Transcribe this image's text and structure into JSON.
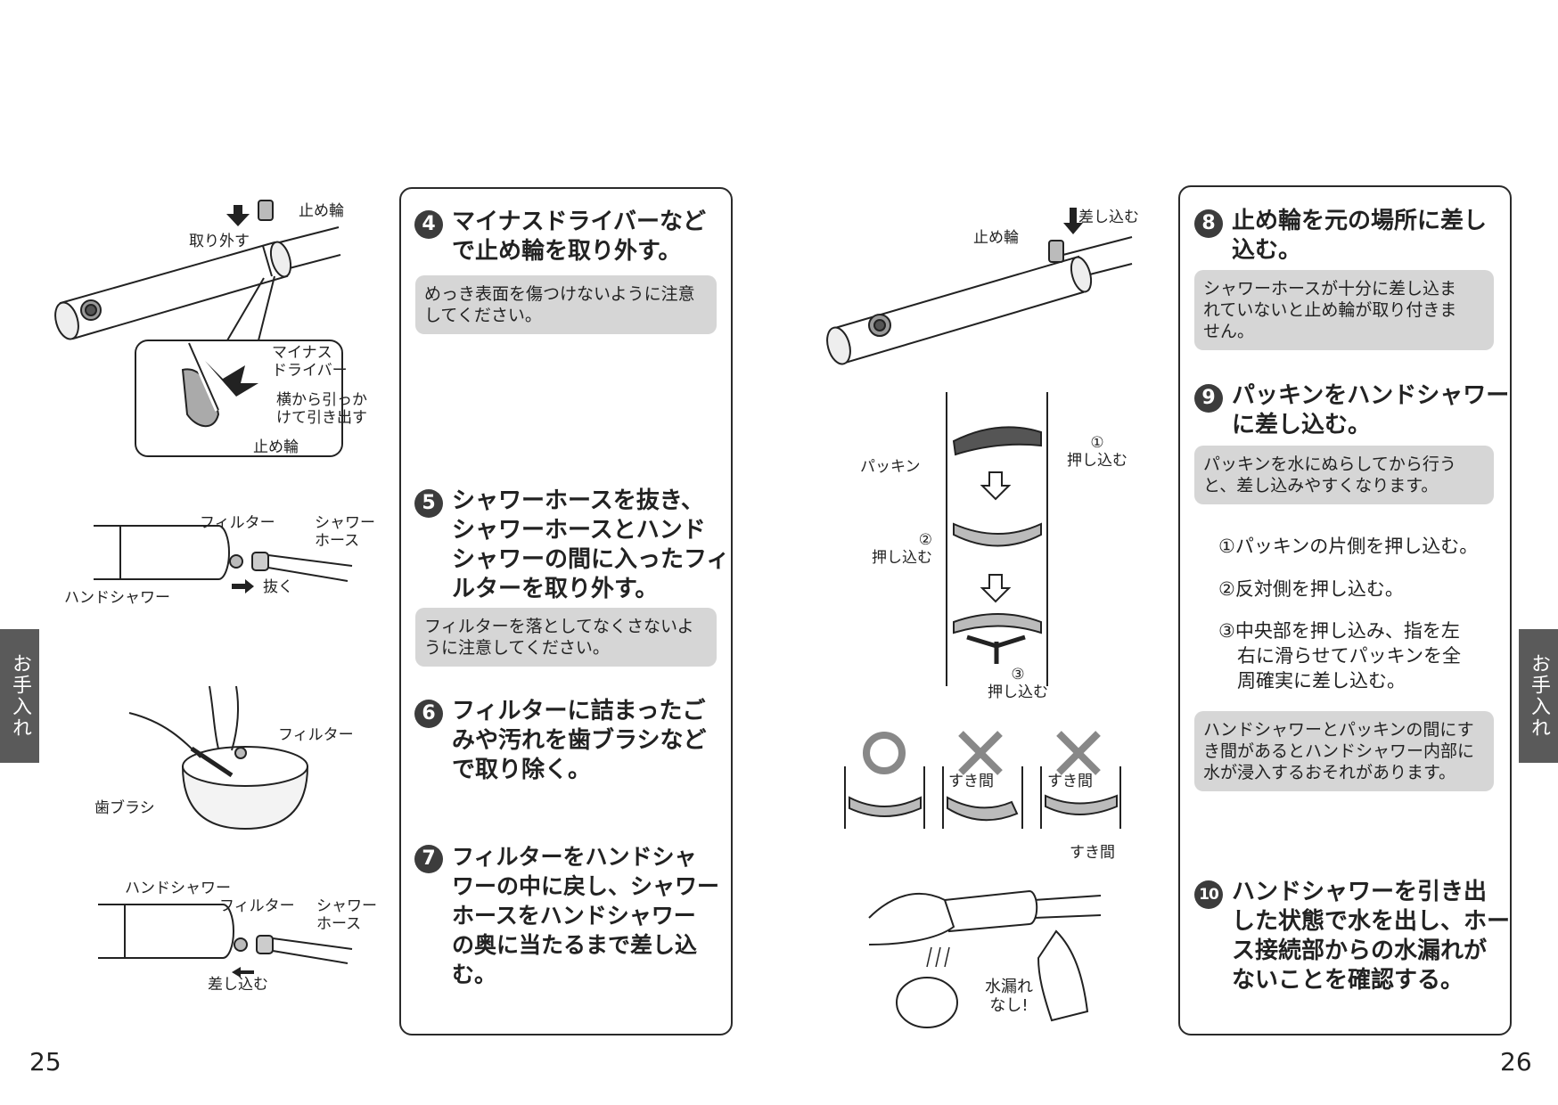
{
  "left_page": {
    "page_number": "25",
    "side_tab": "お手入れ",
    "fig1": {
      "stop_ring": "止め輪",
      "remove": "取り外す",
      "driver": "マイナス\nドライバー",
      "pull": "横から引っか\nけて引き出す",
      "stop_ring2": "止め輪"
    },
    "fig2": {
      "filter": "フィルター",
      "hose": "シャワー\nホース",
      "hand_shower": "ハンドシャワー",
      "pull_out": "抜く"
    },
    "fig3": {
      "filter": "フィルター",
      "toothbrush": "歯ブラシ"
    },
    "fig4": {
      "hand_shower": "ハンドシャワー",
      "filter": "フィルター",
      "hose": "シャワー\nホース",
      "insert": "差し込む"
    },
    "steps": [
      {
        "num": "4",
        "text": "マイナスドライバーなど\nで止め輪を取り外す。",
        "note": "めっき表面を傷つけないように注意\nしてください。"
      },
      {
        "num": "5",
        "text": "シャワーホースを抜き、\nシャワーホースとハンド\nシャワーの間に入ったフィ\nルターを取り外す。",
        "note": "フィルターを落としてなくさないよ\nうに注意してください。"
      },
      {
        "num": "6",
        "text": "フィルターに詰まったご\nみや汚れを歯ブラシなど\nで取り除く。"
      },
      {
        "num": "7",
        "text": "フィルターをハンドシャ\nワーの中に戻し、シャワー\nホースをハンドシャワー\nの奥に当たるまで差し込む。"
      }
    ]
  },
  "right_page": {
    "page_number": "26",
    "side_tab": "お手入れ",
    "fig1": {
      "insert": "差し込む",
      "stop_ring": "止め輪"
    },
    "fig2": {
      "packing": "パッキン",
      "push1": "①\n押し込む",
      "push2": "②\n押し込む",
      "push3": "③\n押し込む",
      "gap1": "すき間",
      "gap2": "すき間",
      "gap3": "すき間"
    },
    "fig3": {
      "no_leak": "水漏れ\nなし!"
    },
    "steps": [
      {
        "num": "8",
        "text": "止め輪を元の場所に差し\n込む。",
        "note": "シャワーホースが十分に差し込ま\nれていないと止め輪が取り付きま\nせん。"
      },
      {
        "num": "9",
        "text": "パッキンをハンドシャワー\nに差し込む。",
        "note": "パッキンを水にぬらしてから行う\nと、差し込みやすくなります。",
        "substeps": [
          "①パッキンの片側を押し込む。",
          "②反対側を押し込む。",
          "③中央部を押し込み、指を左\n　右に滑らせてパッキンを全\n　周確実に差し込む。"
        ],
        "note2": "ハンドシャワーとパッキンの間にす\nき間があるとハンドシャワー内部に\n水が浸入するおそれがあります。"
      },
      {
        "num": "10",
        "text": "ハンドシャワーを引き出\nした状態で水を出し、ホー\nス接続部からの水漏れが\nないことを確認する。"
      }
    ]
  }
}
